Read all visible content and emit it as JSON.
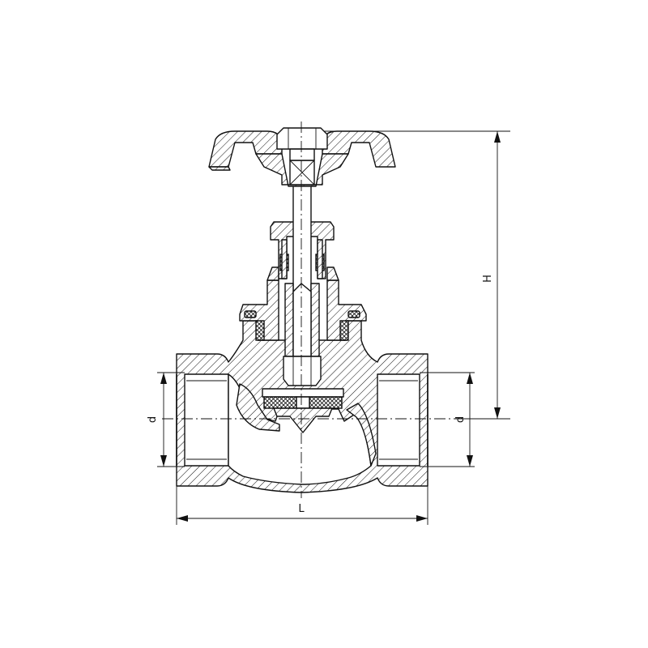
{
  "drawing": {
    "labels": {
      "height": "H",
      "length": "L",
      "diameter_left": "d",
      "diameter_right": "d"
    }
  }
}
